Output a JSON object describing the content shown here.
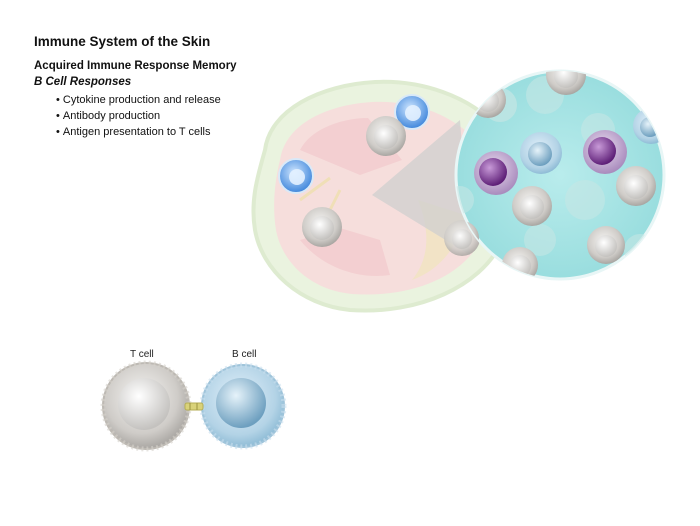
{
  "header": {
    "title": "Immune System of the Skin",
    "subtitle": "Acquired Immune Response Memory",
    "section": "B Cell Responses"
  },
  "bullets": [
    "Cytokine production and release",
    "Antibody production",
    "Antigen presentation to T cells"
  ],
  "diagram": {
    "labels": {
      "t_cell": "T cell",
      "b_cell": "B cell"
    },
    "colors": {
      "zoom_background": "#aee6e6",
      "lymph_tissue": "#f7d6d8",
      "t_cell": "#c9c7c3",
      "b_cell": "#b4d4e6",
      "memory_b_cell": "#5aa0e6",
      "plasma_cell": "#8a3fa0"
    }
  }
}
